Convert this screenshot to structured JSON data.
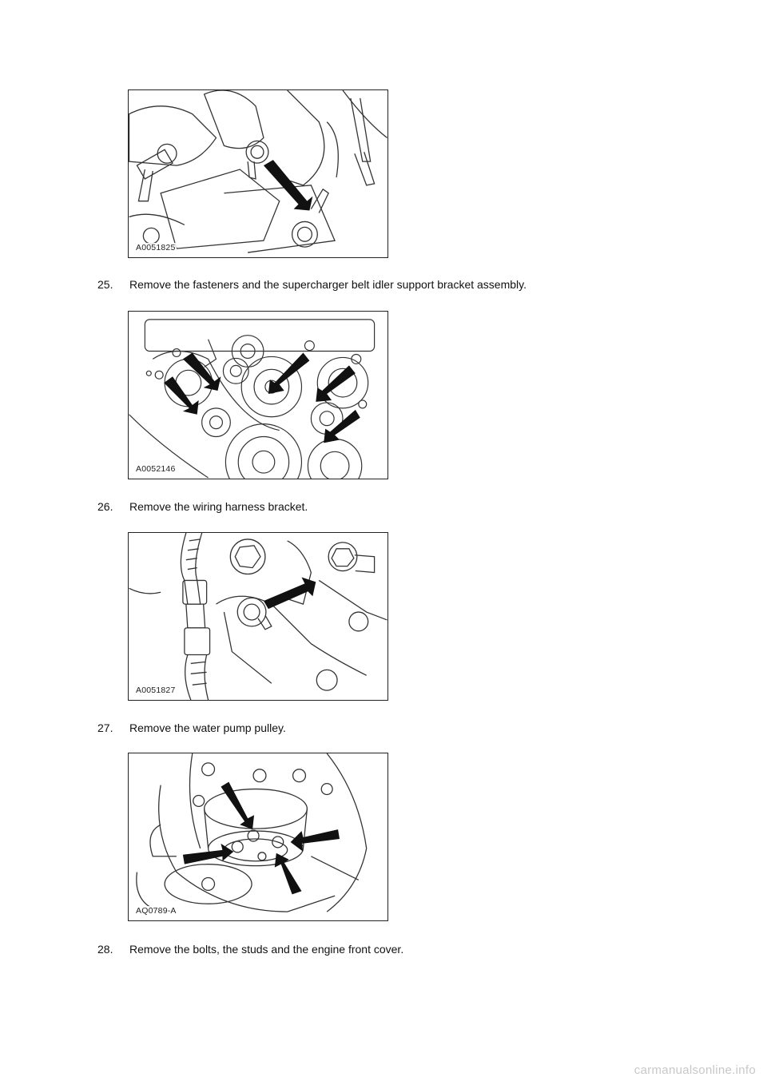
{
  "figures": [
    {
      "code": "A0051825"
    },
    {
      "code": "A0052146"
    },
    {
      "code": "A0051827"
    },
    {
      "code": "AQ0789-A"
    }
  ],
  "steps": [
    {
      "number": "25.",
      "text": "Remove the fasteners and the supercharger belt idler support bracket assembly."
    },
    {
      "number": "26.",
      "text": "Remove the wiring harness bracket."
    },
    {
      "number": "27.",
      "text": "Remove the water pump pulley."
    },
    {
      "number": "28.",
      "text": "Remove the bolts, the studs and the engine front cover."
    }
  ],
  "footer": {
    "watermark": "carmanualsonline.info"
  }
}
